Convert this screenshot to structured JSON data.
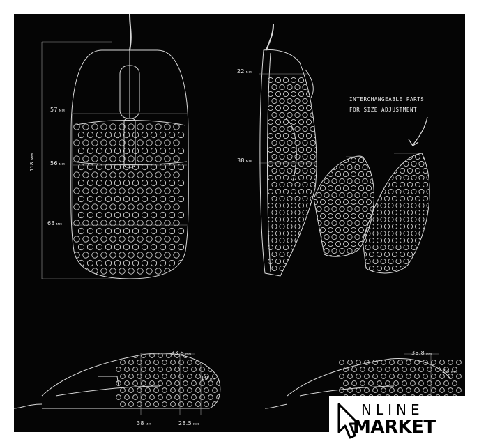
{
  "diagram": {
    "top_view": {
      "length_label": "118",
      "length_unit": "мм",
      "width_labels": [
        {
          "value": "57",
          "unit": "мм"
        },
        {
          "value": "56",
          "unit": "мм"
        },
        {
          "value": "63",
          "unit": "мм"
        }
      ]
    },
    "side_view": {
      "labels": [
        {
          "value": "22",
          "unit": "мм"
        },
        {
          "value": "38",
          "unit": "мм"
        }
      ],
      "note_line1": "INTERCHANGEABLE PARTS",
      "note_line2": "FOR SIZE ADJUSTMENT"
    },
    "profile_left": {
      "labels": [
        {
          "value": "33.8",
          "unit": "мм"
        },
        {
          "value": "19",
          "unit": "мм"
        },
        {
          "value": "38",
          "unit": "мм"
        },
        {
          "value": "28.5",
          "unit": "мм"
        }
      ]
    },
    "profile_right": {
      "labels": [
        {
          "value": "35.8",
          "unit": "мм"
        },
        {
          "value": "23",
          "unit": "мм"
        }
      ]
    }
  },
  "logo": {
    "line1": "NLINE",
    "line2": "MARKET",
    "icon": "cursor-arrow-icon"
  },
  "colors": {
    "background": "#050505",
    "line": "#d8d8d8",
    "logo_bg": "#ffffff"
  }
}
